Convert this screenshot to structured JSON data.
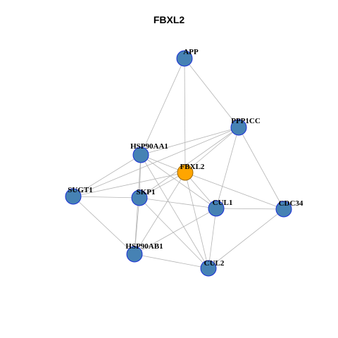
{
  "title": "FBXL2",
  "colors": {
    "node_fill": "#4682b4",
    "node_stroke": "#1a2fd6",
    "focus_fill": "#ffa500",
    "focus_stroke": "#a06800",
    "edge": "#b4b4b4"
  },
  "nodes": [
    {
      "id": "APP",
      "label": "APP",
      "focus": false
    },
    {
      "id": "PPP1CC",
      "label": "PPP1CC",
      "focus": false
    },
    {
      "id": "HSP90AA1",
      "label": "HSP90AA1",
      "focus": false
    },
    {
      "id": "FBXL2",
      "label": "FBXL2",
      "focus": true
    },
    {
      "id": "SUGT1",
      "label": "SUGT1",
      "focus": false
    },
    {
      "id": "SKP1",
      "label": "SKP1",
      "focus": false
    },
    {
      "id": "CUL1",
      "label": "CUL1",
      "focus": false
    },
    {
      "id": "CDC34",
      "label": "CDC34",
      "focus": false
    },
    {
      "id": "HSP90AB1",
      "label": "HSP90AB1",
      "focus": false
    },
    {
      "id": "CUL2",
      "label": "CUL2",
      "focus": false
    }
  ],
  "edges": [
    [
      "APP",
      "FBXL2"
    ],
    [
      "APP",
      "HSP90AA1"
    ],
    [
      "APP",
      "PPP1CC"
    ],
    [
      "PPP1CC",
      "FBXL2"
    ],
    [
      "PPP1CC",
      "CUL1"
    ],
    [
      "PPP1CC",
      "CDC34"
    ],
    [
      "PPP1CC",
      "HSP90AA1"
    ],
    [
      "PPP1CC",
      "SKP1"
    ],
    [
      "PPP1CC",
      "SUGT1"
    ],
    [
      "HSP90AA1",
      "FBXL2"
    ],
    [
      "HSP90AA1",
      "SUGT1"
    ],
    [
      "HSP90AA1",
      "SKP1"
    ],
    [
      "HSP90AA1",
      "HSP90AB1"
    ],
    [
      "HSP90AA1",
      "CUL1"
    ],
    [
      "HSP90AA1",
      "CUL2"
    ],
    [
      "FBXL2",
      "SKP1"
    ],
    [
      "FBXL2",
      "CUL1"
    ],
    [
      "FBXL2",
      "CDC34"
    ],
    [
      "FBXL2",
      "CUL2"
    ],
    [
      "FBXL2",
      "HSP90AB1"
    ],
    [
      "FBXL2",
      "SUGT1"
    ],
    [
      "SUGT1",
      "SKP1"
    ],
    [
      "SUGT1",
      "HSP90AB1"
    ],
    [
      "SKP1",
      "CUL1"
    ],
    [
      "SKP1",
      "HSP90AB1"
    ],
    [
      "SKP1",
      "CUL2"
    ],
    [
      "CUL1",
      "CDC34"
    ],
    [
      "CUL1",
      "HSP90AB1"
    ],
    [
      "CUL1",
      "CUL2"
    ],
    [
      "CDC34",
      "CUL2"
    ],
    [
      "HSP90AB1",
      "CUL2"
    ]
  ]
}
